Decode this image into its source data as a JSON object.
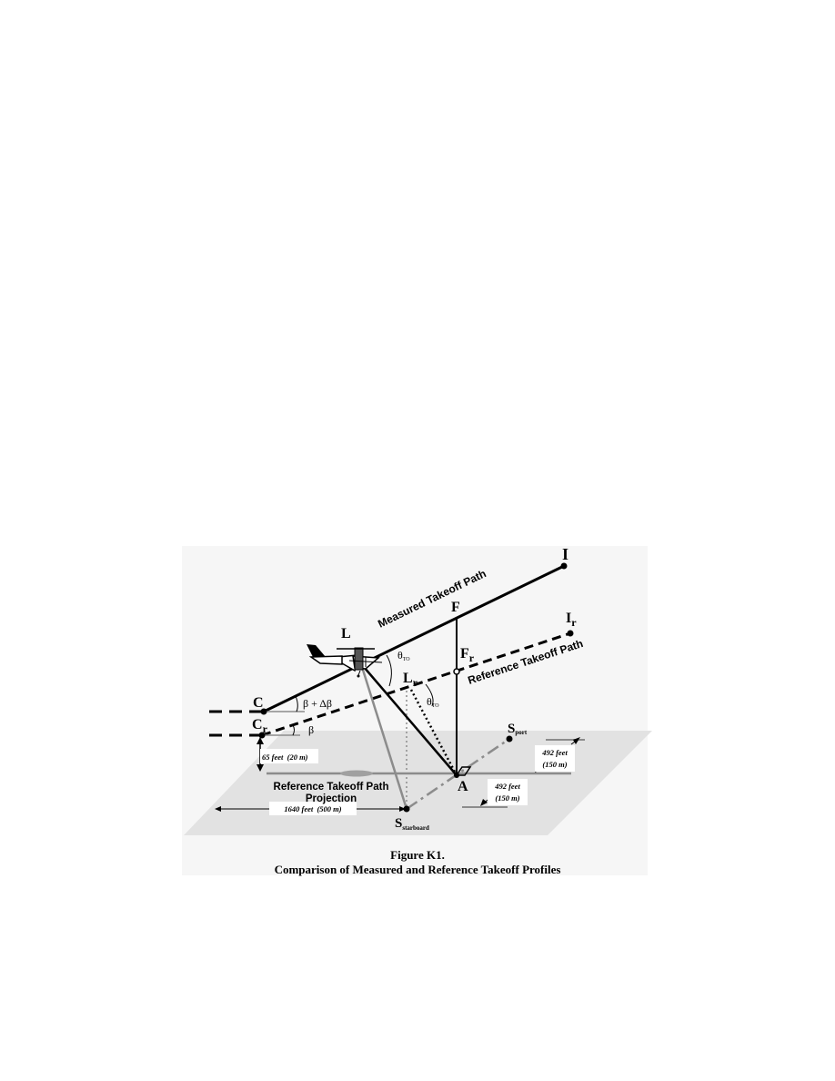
{
  "points": {
    "I": "I",
    "F": "F",
    "L": "L",
    "C": "C",
    "A": "A",
    "Ir": {
      "base": "I",
      "sub": "r"
    },
    "Fr": {
      "base": "F",
      "sub": "r"
    },
    "Lr": {
      "base": "L",
      "sub": "r"
    },
    "Cr": {
      "base": "C",
      "sub": "r"
    },
    "Sport": {
      "base": "S",
      "sub": "port"
    },
    "Sstarboard": {
      "base": "S",
      "sub": "starboard"
    }
  },
  "paths": {
    "measured": "Measured Takeoff Path",
    "reference": "Reference Takeoff Path",
    "projection_line1": "Reference Takeoff Path",
    "projection_line2": "Projection"
  },
  "angles": {
    "beta_plus_delta": "β + Δβ",
    "beta": "β",
    "theta_to": {
      "base": "θ",
      "sub": "TO"
    }
  },
  "dimensions": {
    "height": "65 feet  (20 m)",
    "distance": "1640 feet  (500 m)",
    "lateral_upper_1": "492 feet",
    "lateral_upper_2": "(150 m)",
    "lateral_lower_1": "492 feet",
    "lateral_lower_2": "(150 m)"
  },
  "caption": {
    "title": "Figure K1.",
    "subtitle": "Comparison of Measured and Reference Takeoff Profiles"
  },
  "colors": {
    "ground": "#e3e3e3",
    "background_panel": "#f5f5f5",
    "line": "#000000",
    "gray_line": "#8c8c8c"
  }
}
